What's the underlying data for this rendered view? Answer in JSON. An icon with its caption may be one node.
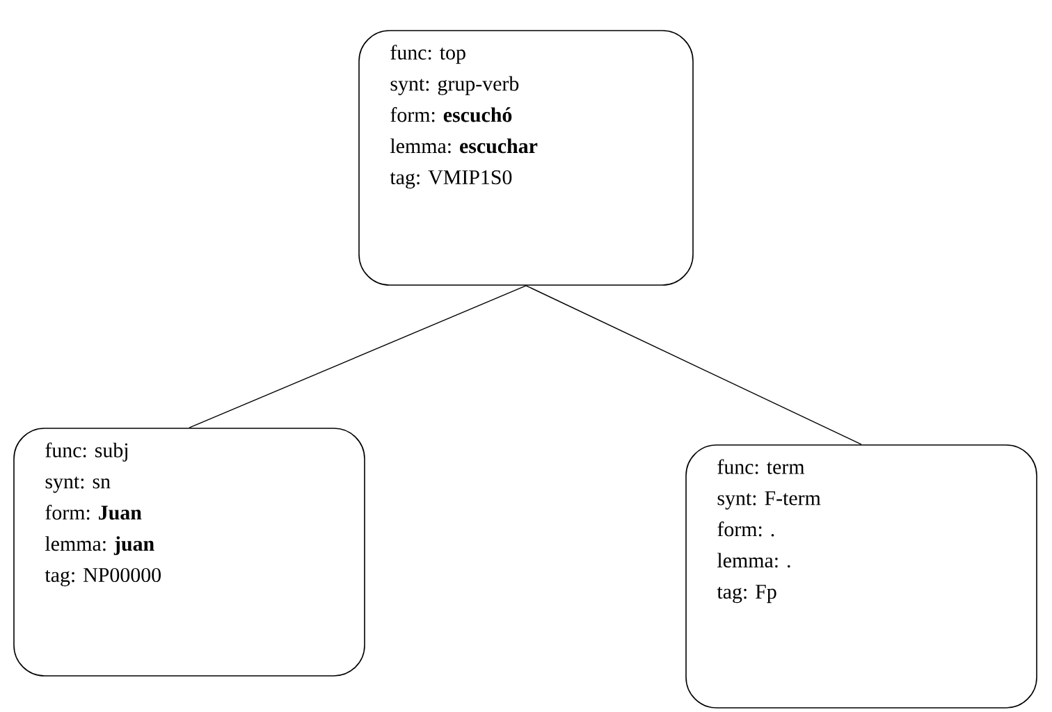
{
  "diagram": {
    "nodes": [
      {
        "text": [
          "func: top",
          "synt: grup-verb",
          "form: **escuchó**",
          "lemma: **escuchar**",
          "tag: VMIP1S0"
        ]
      },
      {
        "text": [
          "func: subj",
          "synt: sn",
          "form: **Juan**",
          "lemma: **juan**",
          "tag: NP00000"
        ]
      },
      {
        "text": [
          "func: term",
          "synt: F-term",
          "form: .",
          "lemma: .",
          "tag: Fp"
        ]
      }
    ],
    "edges": [
      {
        "from": 0,
        "to": 1,
        "arrow": "none"
      },
      {
        "from": 0,
        "to": 2,
        "arrow": "none"
      }
    ]
  }
}
